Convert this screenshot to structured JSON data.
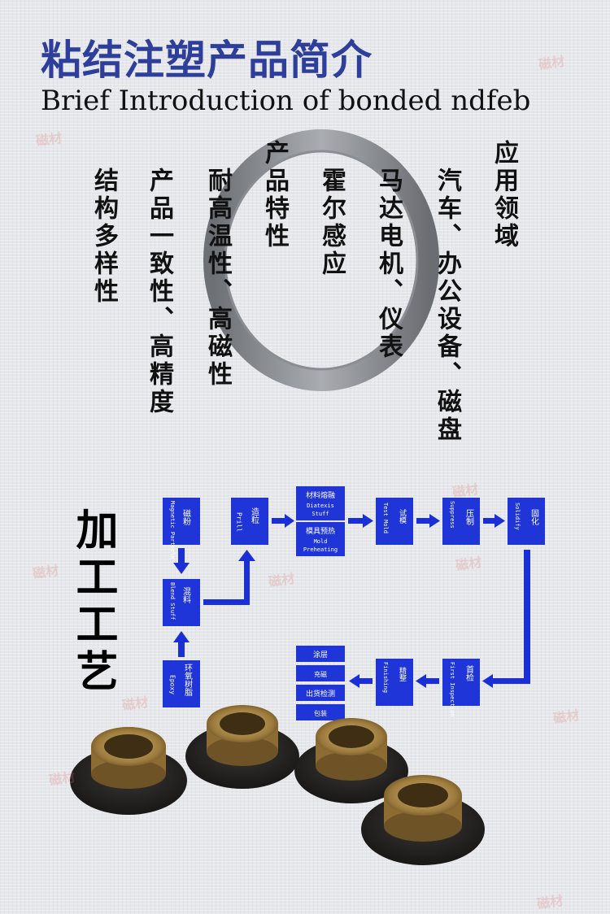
{
  "header": {
    "title_cn": "粘结注塑产品简介",
    "title_en": "Brief Introduction of bonded ndfeb"
  },
  "columns": [
    {
      "id": "apps_heading",
      "text": "应用领域"
    },
    {
      "id": "apps_1",
      "text": "汽车、办公设备、磁盘"
    },
    {
      "id": "apps_2",
      "text": "马达电机、仪表"
    },
    {
      "id": "apps_3",
      "text": "霍尔感应"
    },
    {
      "id": "features_heading",
      "text": "产品特性"
    },
    {
      "id": "feat_1",
      "text": "耐高温性、高磁性"
    },
    {
      "id": "feat_2",
      "text": "产品一致性、高精度"
    },
    {
      "id": "feat_3",
      "text": "结构多样性"
    }
  ],
  "process": {
    "label": "加工工艺",
    "steps": {
      "magnetic": {
        "cn": "磁粉",
        "en": "Magnetic Particle"
      },
      "blend": {
        "cn": "混料",
        "en": "Blend Stuff"
      },
      "epoxy": {
        "cn": "环氧树脂",
        "en": "Epoxy"
      },
      "prill": {
        "cn": "造粒",
        "en": "Prill"
      },
      "diatexis": {
        "cn": "材料熔融",
        "en": "Diatexis Stuff"
      },
      "mold_pre": {
        "cn": "模具预热",
        "en": "Mold Preheating"
      },
      "test_mold": {
        "cn": "试模",
        "en": "Test Mold"
      },
      "suppress": {
        "cn": "压制",
        "en": "Suppress"
      },
      "solidify": {
        "cn": "固化",
        "en": "Solidify"
      },
      "first_insp": {
        "cn": "首检",
        "en": "First Inspection"
      },
      "finishing": {
        "cn": "精整",
        "en": "Finishing"
      },
      "coating": {
        "cn": "涂层"
      },
      "charge": {
        "cn": "充磁"
      },
      "outgoing": {
        "cn": "出货检测"
      },
      "packing": {
        "cn": "包装"
      }
    }
  },
  "colors": {
    "accent": "#2d3f9a",
    "box": "#1f35d8",
    "arrow": "#1a2fd6"
  },
  "watermark": {
    "text": "磁材"
  }
}
